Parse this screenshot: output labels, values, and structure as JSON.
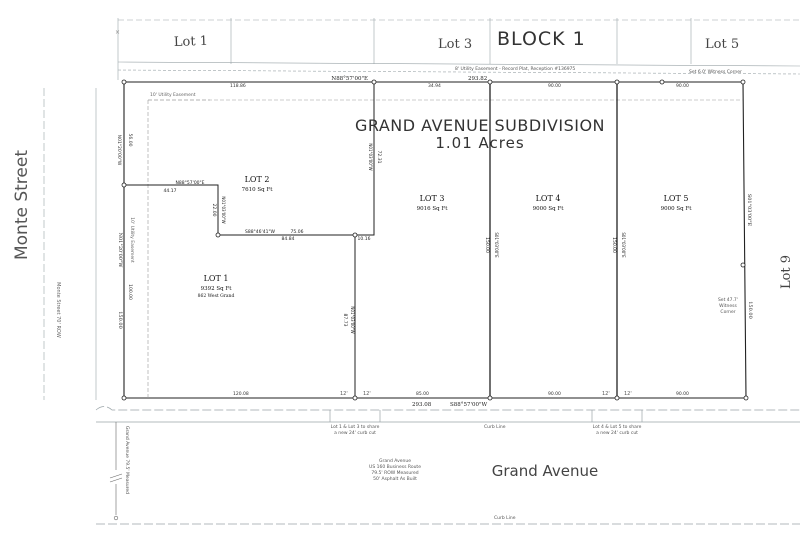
{
  "block_label": "BLOCK 1",
  "adjacent_lots": {
    "lot1": "Lot 1",
    "lot3": "Lot 3",
    "lot5": "Lot 5",
    "lot9": "Lot 9"
  },
  "streets": {
    "monte": "Monte Street",
    "monte_row": "Monte Street 70' ROW",
    "grand": "Grand Avenue",
    "grand_measured": "Grand Avenue 79.5' Measured"
  },
  "title": "GRAND AVENUE SUBDIVISION",
  "acreage": "1.01 Acres",
  "easements": {
    "top": "8' Utility Easement - Record Plat, Reception #136975",
    "inner_top": "10' Utility Easement",
    "inner_left": "10' Utility Easement"
  },
  "corners": {
    "set_top": "Set 6.0' Witness Corner",
    "set_right_1": "Set 47.7'",
    "set_right_2": "Witness",
    "set_right_3": "Corner"
  },
  "bearings": {
    "north": "N88°57'00\"E",
    "north_total": "293.82",
    "south": "S88°57'00\"W",
    "south_total": "293.08",
    "west": "N01°20'00\"W",
    "east": "S01°03'00\"E",
    "lot2_north": "N88°57'00\"E",
    "lot2_south": "S88°46'41\"W"
  },
  "distances": {
    "n_118": "118.86",
    "n_34": "34.94",
    "n_90a": "90.00",
    "n_90b": "90.00",
    "s_120": "120.08",
    "s_85": "85.00",
    "s_90a": "90.00",
    "s_90b": "90.00",
    "w_150": "150.00",
    "w_100": "100.00",
    "w_56": "56.00",
    "e_150": "150.00",
    "lot2_44": "44.17",
    "lot2_75": "75.06",
    "lot2_84": "84.84",
    "lot2_west": "22.00",
    "lot2_west_brg": "N01°03'00\"W",
    "ctr_top_brg": "N01°03'00\"W",
    "ctr_top": "72.31",
    "lot13_brg": "N01°03'00\"W",
    "lot13": "87.73",
    "small_10": "10.16",
    "lot34": "150.00",
    "lot34_brg": "S01°03'00\"E",
    "lot45": "150.00",
    "lot45_brg": "S01°03'00\"E"
  },
  "lots": {
    "lot1": {
      "name": "LOT 1",
      "area": "9392 Sq Ft",
      "address": "862 West Grand"
    },
    "lot2": {
      "name": "LOT 2",
      "area": "7610 Sq Ft"
    },
    "lot3": {
      "name": "LOT 3",
      "area": "9016 Sq Ft"
    },
    "lot4": {
      "name": "LOT 4",
      "area": "9000 Sq Ft"
    },
    "lot5": {
      "name": "LOT 5",
      "area": "9000 Sq Ft"
    }
  },
  "cuts": {
    "note_a_1": "Lot 1 & Lot 3 to share",
    "note_a_2": "a new 24' curb cut",
    "note_b_1": "Lot 4 & Lot 5 to share",
    "note_b_2": "a new 24' curb cut",
    "gap": "12'"
  },
  "curb_line": "Curb Line",
  "grand_notes": {
    "line1": "Grand Avenue",
    "line2": "US 160 Business Route",
    "line3": "79.5' ROW Measured",
    "line4": "50' Asphalt As Built"
  }
}
